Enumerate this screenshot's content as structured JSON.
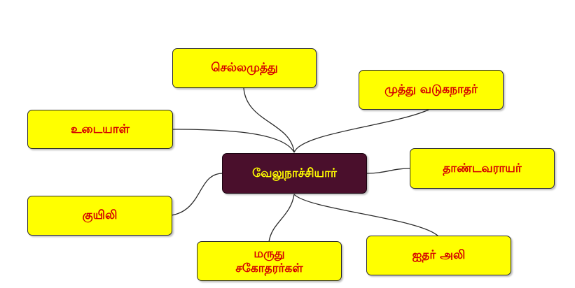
{
  "mindmap": {
    "center": {
      "label": "வேலுநாச்சியார்",
      "fill": "#4a0f2c",
      "text_color": "#ffff00"
    },
    "branch_style": {
      "fill": "#ffff00",
      "text_color": "#d40000",
      "line_color": "#2b2b2b"
    },
    "branches": [
      {
        "id": "sellamuthu",
        "label": "செல்லமுத்து"
      },
      {
        "id": "muthu-vaduganathar",
        "label": "முத்து வடுகநாதர்"
      },
      {
        "id": "udaiyal",
        "label": "உடையாள்"
      },
      {
        "id": "thandavarayar",
        "label": "தாண்டவராயர்"
      },
      {
        "id": "kuyili",
        "label": "குயிலி"
      },
      {
        "id": "marudhu",
        "label_line1": "மருது",
        "label_line2": "சகோதரர்கள்"
      },
      {
        "id": "haidar-ali",
        "label": "ஐதர் அலி"
      }
    ]
  }
}
